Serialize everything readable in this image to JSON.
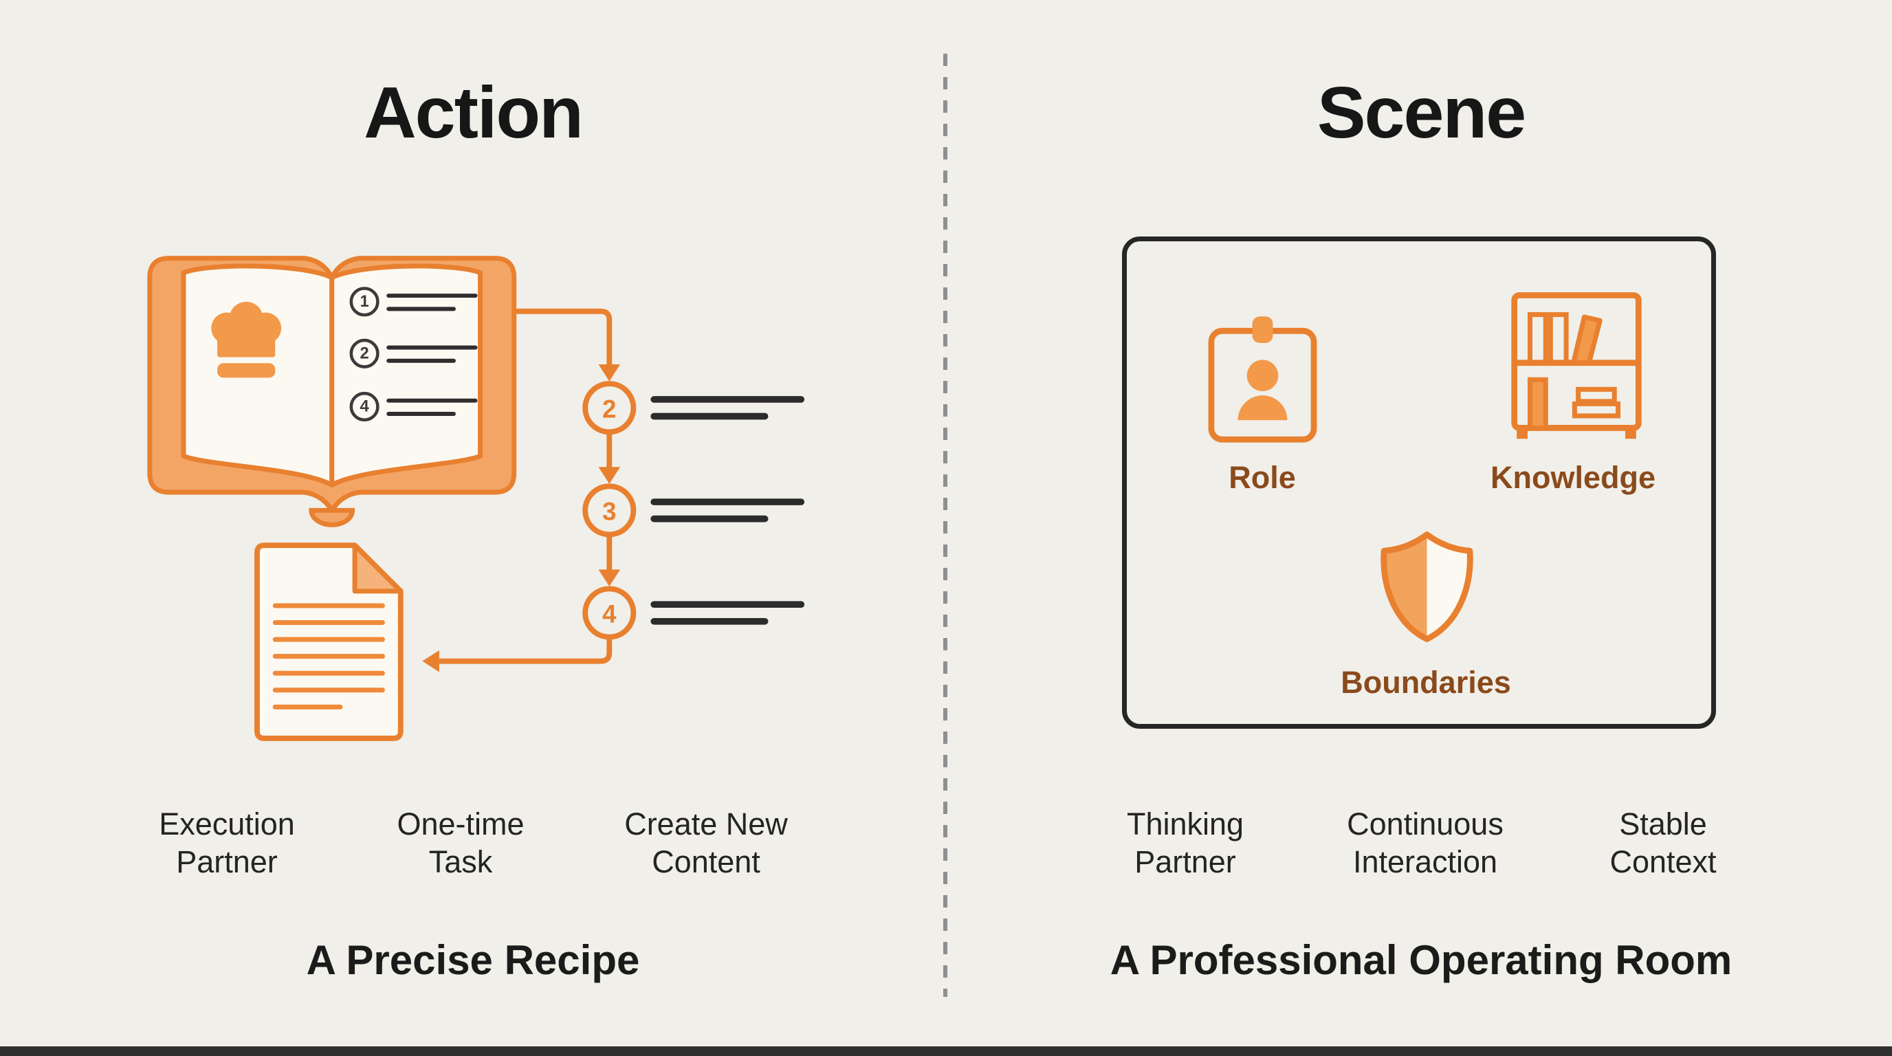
{
  "colors": {
    "background": "#f1efe9",
    "accent_orange": "#e8802f",
    "accent_orange_light": "#f2a45c",
    "ink": "#1b1b1b",
    "label_brown": "#8a4a1c",
    "line_dark": "#2b2b2b"
  },
  "left_panel": {
    "title": "Action",
    "book_list_numbers": [
      "1",
      "2",
      "4"
    ],
    "flow_step_numbers": [
      "2",
      "3",
      "4"
    ],
    "bottom_labels": [
      {
        "line1": "Execution",
        "line2": "Partner"
      },
      {
        "line1": "One-time",
        "line2": "Task"
      },
      {
        "line1": "Create New",
        "line2": "Content"
      }
    ],
    "caption": "A Precise Recipe"
  },
  "right_panel": {
    "title": "Scene",
    "box_labels": {
      "role": "Role",
      "knowledge": "Knowledge",
      "boundaries": "Boundaries"
    },
    "bottom_labels": [
      {
        "line1": "Thinking",
        "line2": "Partner"
      },
      {
        "line1": "Continuous",
        "line2": "Interaction"
      },
      {
        "line1": "Stable",
        "line2": "Context"
      }
    ],
    "caption": "A Professional Operating Room"
  }
}
